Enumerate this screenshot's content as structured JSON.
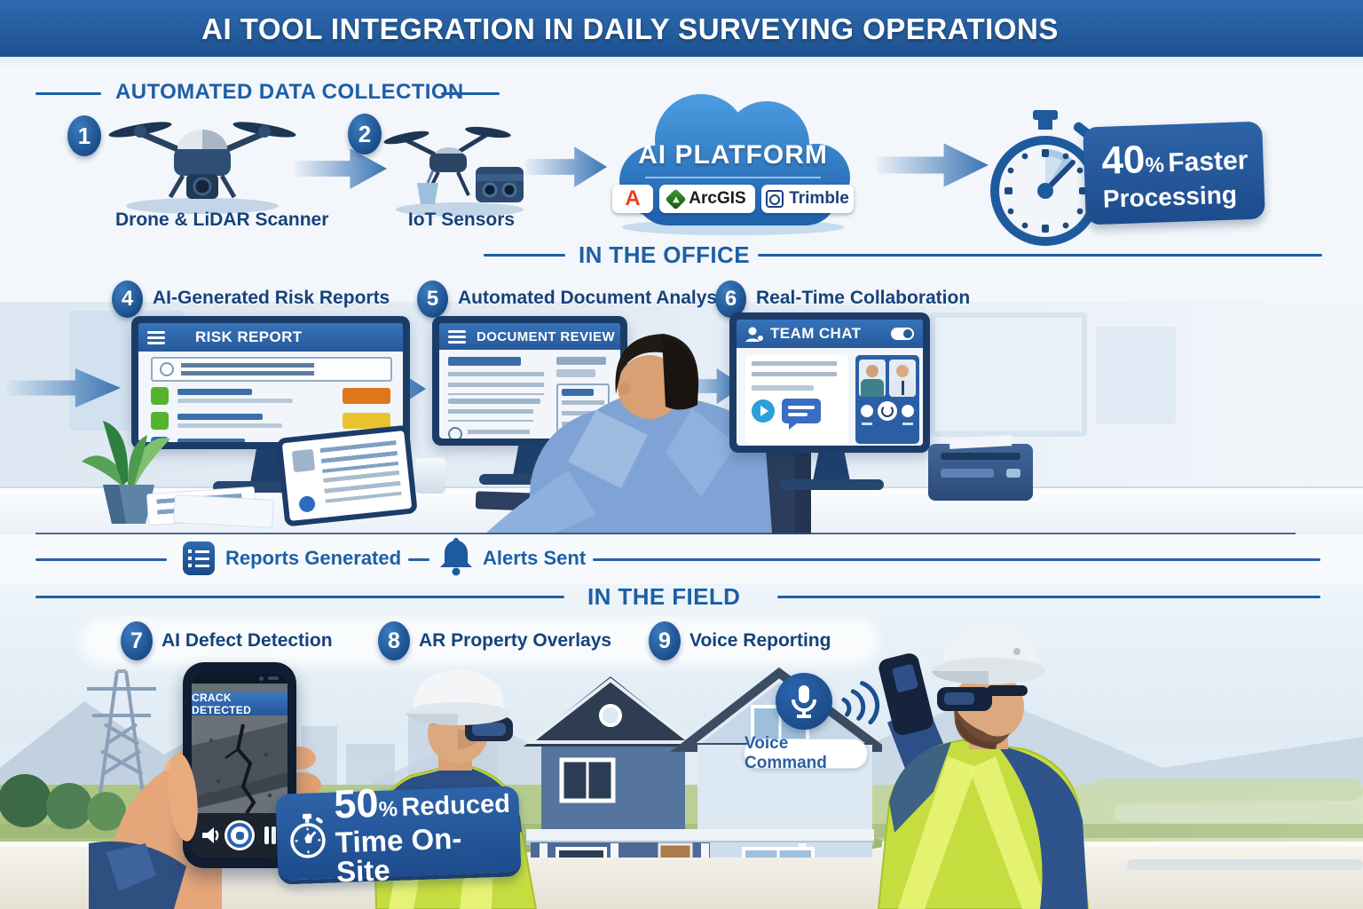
{
  "title": "AI TOOL INTEGRATION IN DAILY SURVEYING OPERATIONS",
  "colors": {
    "banner_blue": "#2a62a8",
    "accent_blue": "#1d5fa6",
    "dark_navy": "#16355e",
    "metric_badge_blue": "#1f4f8f",
    "status_orange": "#e0761c",
    "status_yellow": "#eac32f",
    "status_green": "#56b32e",
    "marker_blue": "#2a6cc0",
    "hivis_yellow": "#c8df3f",
    "autodesk_red": "#e8431e",
    "arcgis_green": "#2f8f2f"
  },
  "data_collection": {
    "heading": "AUTOMATED DATA COLLECTION",
    "steps": [
      {
        "num": "1",
        "label": "Drone & LiDAR Scanner",
        "icon": "drone-icon"
      },
      {
        "num": "2",
        "label": "IoT Sensors",
        "icon": "iot-drone-icon"
      }
    ],
    "platform": {
      "title": "AI PLATFORM",
      "logos": [
        {
          "icon": "autodesk-logo",
          "label": "A"
        },
        {
          "icon": "arcgis-logo",
          "label": "ArcGIS"
        },
        {
          "icon": "trimble-logo",
          "label": "Trimble"
        }
      ]
    },
    "metric": {
      "value": "40",
      "percent": "%",
      "line1": "Faster",
      "line2": "Processing",
      "icon": "stopwatch-icon"
    }
  },
  "office": {
    "heading": "IN THE OFFICE",
    "steps": [
      {
        "num": "4",
        "label": "AI-Generated Risk Reports"
      },
      {
        "num": "5",
        "label": "Automated Document Analysis"
      },
      {
        "num": "6",
        "label": "Real-Time Collaboration"
      }
    ],
    "monitors": [
      {
        "title": "RISK REPORT"
      },
      {
        "title": "DOCUMENT REVIEW"
      },
      {
        "title": "TEAM CHAT"
      }
    ],
    "outputs": [
      {
        "icon": "report-list-icon",
        "label": "Reports Generated"
      },
      {
        "icon": "bell-icon",
        "label": "Alerts Sent"
      }
    ]
  },
  "field": {
    "heading": "IN THE FIELD",
    "steps": [
      {
        "num": "7",
        "label": "AI Defect Detection"
      },
      {
        "num": "8",
        "label": "AR Property Overlays"
      },
      {
        "num": "9",
        "label": "Voice Reporting"
      }
    ],
    "phone_alert": "CRACK DETECTED",
    "voice_pill": {
      "icon": "microphone-icon",
      "label": "Voice Command"
    },
    "metric": {
      "value": "50",
      "percent": "%",
      "line1": "Reduced",
      "line2": "Time On-Site",
      "icon": "stopwatch-icon"
    }
  }
}
